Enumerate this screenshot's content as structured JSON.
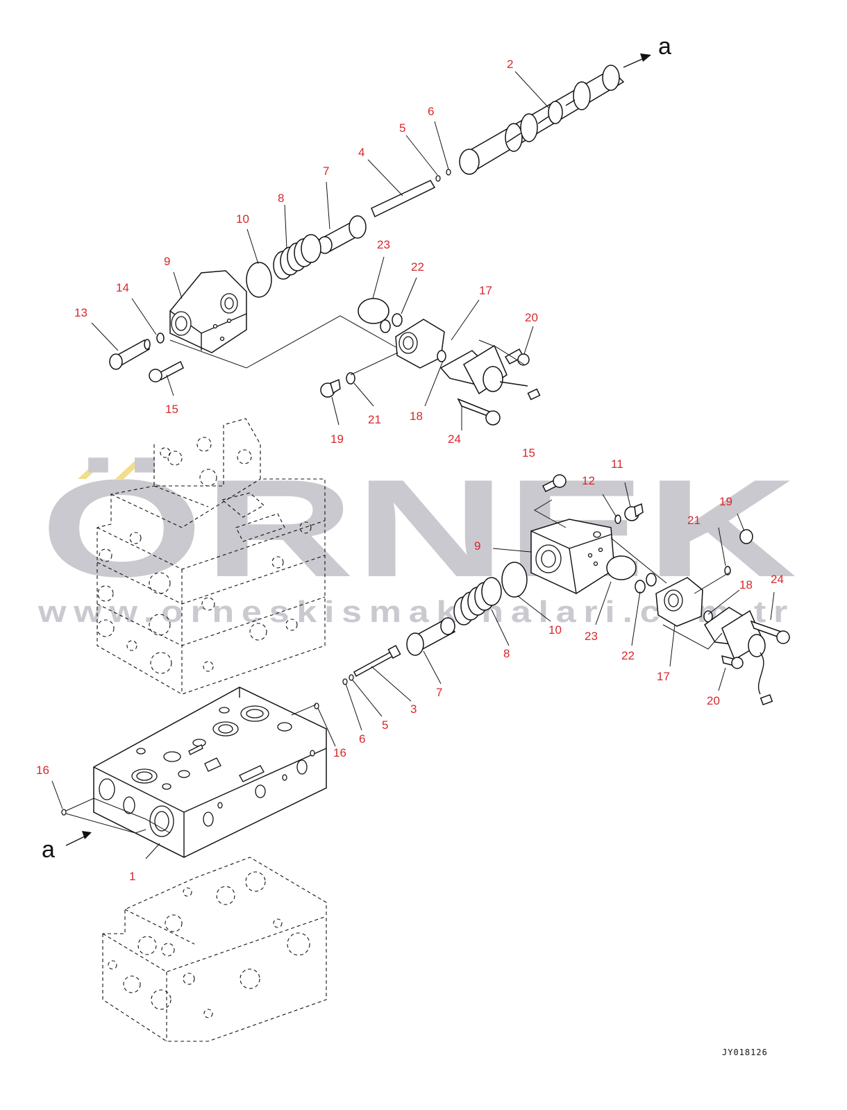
{
  "watermark": {
    "brand": "ÖRNEK",
    "url": "www.orneskismakinalari.com.tr",
    "brand_color": "#c9c9cf",
    "accent_color": "#f3dc8a"
  },
  "drawing_code": "JY018126",
  "flow_symbol": "a",
  "callout_color": "#d8262b",
  "callouts": {
    "c1": "1",
    "c2": "2",
    "c3": "3",
    "c4": "4",
    "c5a": "5",
    "c5b": "5",
    "c6a": "6",
    "c6b": "6",
    "c7a": "7",
    "c7b": "7",
    "c8a": "8",
    "c8b": "8",
    "c9a": "9",
    "c9b": "9",
    "c10a": "10",
    "c10b": "10",
    "c11": "11",
    "c12": "12",
    "c13": "13",
    "c14": "14",
    "c15a": "15",
    "c15b": "15",
    "c16a": "16",
    "c16b": "16",
    "c17a": "17",
    "c17b": "17",
    "c18a": "18",
    "c18b": "18",
    "c19a": "19",
    "c19b": "19",
    "c20a": "20",
    "c20b": "20",
    "c21a": "21",
    "c21b": "21",
    "c22a": "22",
    "c22b": "22",
    "c23a": "23",
    "c23b": "23",
    "c24a": "24",
    "c24b": "24"
  }
}
